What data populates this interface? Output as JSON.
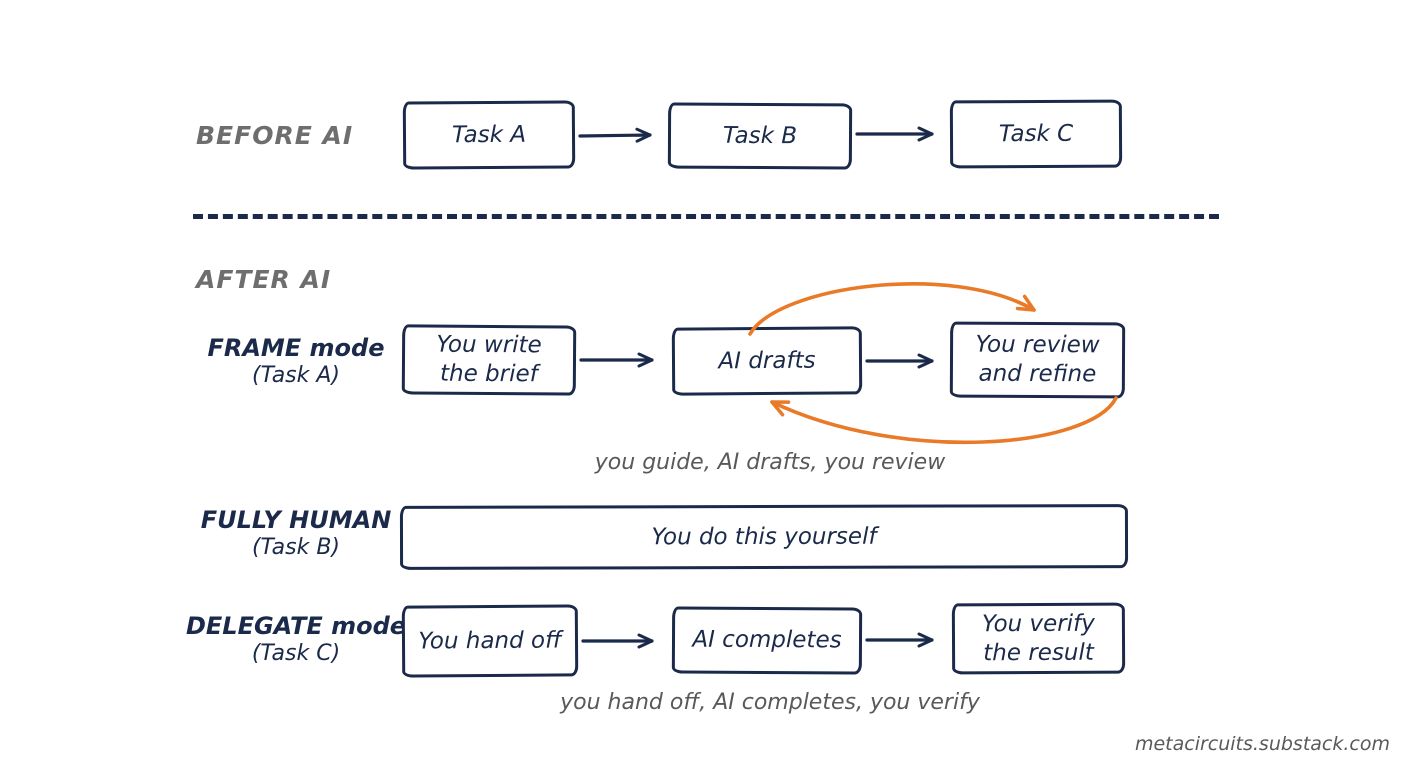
{
  "palette": {
    "ink": "#1b2a4a",
    "accent_orange": "#e87a28",
    "section_label_gray": "#6e6e6e",
    "caption_gray": "#595959"
  },
  "before_section": {
    "label": "BEFORE AI",
    "boxes": [
      {
        "lines": [
          "Task A"
        ]
      },
      {
        "lines": [
          "Task B"
        ]
      },
      {
        "lines": [
          "Task C"
        ]
      }
    ]
  },
  "after_section": {
    "label": "AFTER AI"
  },
  "frame_row": {
    "mode": "FRAME mode",
    "task": "(Task A)",
    "boxes": [
      {
        "lines": [
          "You write",
          "the brief"
        ]
      },
      {
        "lines": [
          "AI drafts"
        ]
      },
      {
        "lines": [
          "You review",
          "and refine"
        ]
      }
    ],
    "caption": "you guide, AI drafts, you review"
  },
  "human_row": {
    "mode": "FULLY HUMAN",
    "task": "(Task B)",
    "box": {
      "lines": [
        "You do this yourself"
      ]
    }
  },
  "delegate_row": {
    "mode": "DELEGATE mode",
    "task": "(Task C)",
    "boxes": [
      {
        "lines": [
          "You hand off"
        ]
      },
      {
        "lines": [
          "AI completes"
        ]
      },
      {
        "lines": [
          "You verify",
          "the result"
        ]
      }
    ],
    "caption": "you hand off, AI completes, you verify"
  },
  "footer": {
    "watermark": "metacircuits.substack.com"
  }
}
